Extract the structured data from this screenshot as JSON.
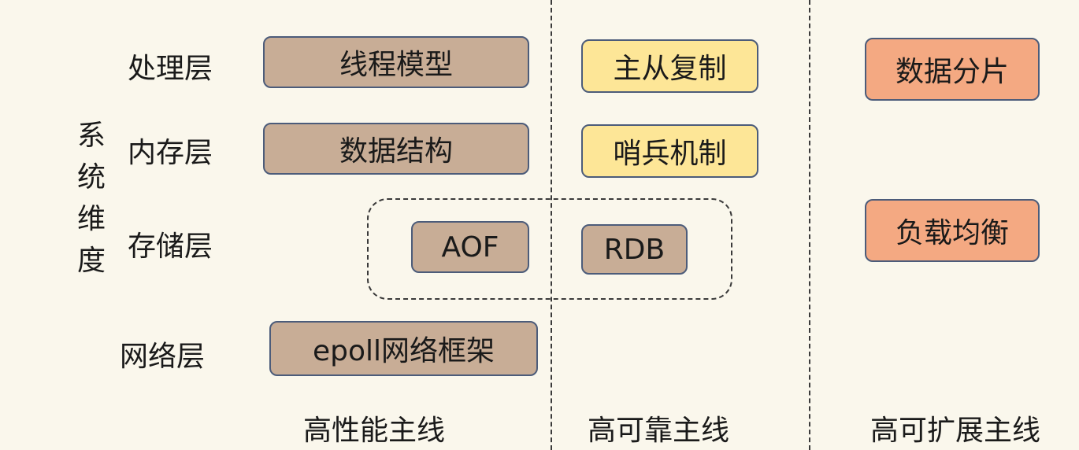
{
  "vertical_title": [
    "系",
    "统",
    "维",
    "度"
  ],
  "layers": {
    "processing": "处理层",
    "memory": "内存层",
    "storage": "存储层",
    "network": "网络层"
  },
  "performance": {
    "thread_model": "线程模型",
    "data_structure": "数据结构",
    "aof": "AOF",
    "epoll": "epoll网络框架"
  },
  "reliability": {
    "replication": "主从复制",
    "sentinel": "哨兵机制",
    "rdb": "RDB"
  },
  "scalability": {
    "sharding": "数据分片",
    "load_balancing": "负载均衡"
  },
  "columns": {
    "performance": "高性能主线",
    "reliability": "高可靠主线",
    "scalability": "高可扩展主线"
  },
  "colors": {
    "background": "#faf7ec",
    "performance_box": "#c8ad96",
    "reliability_box": "#fde697",
    "scalability_box": "#f4a982",
    "box_border": "#4c5c7a"
  }
}
